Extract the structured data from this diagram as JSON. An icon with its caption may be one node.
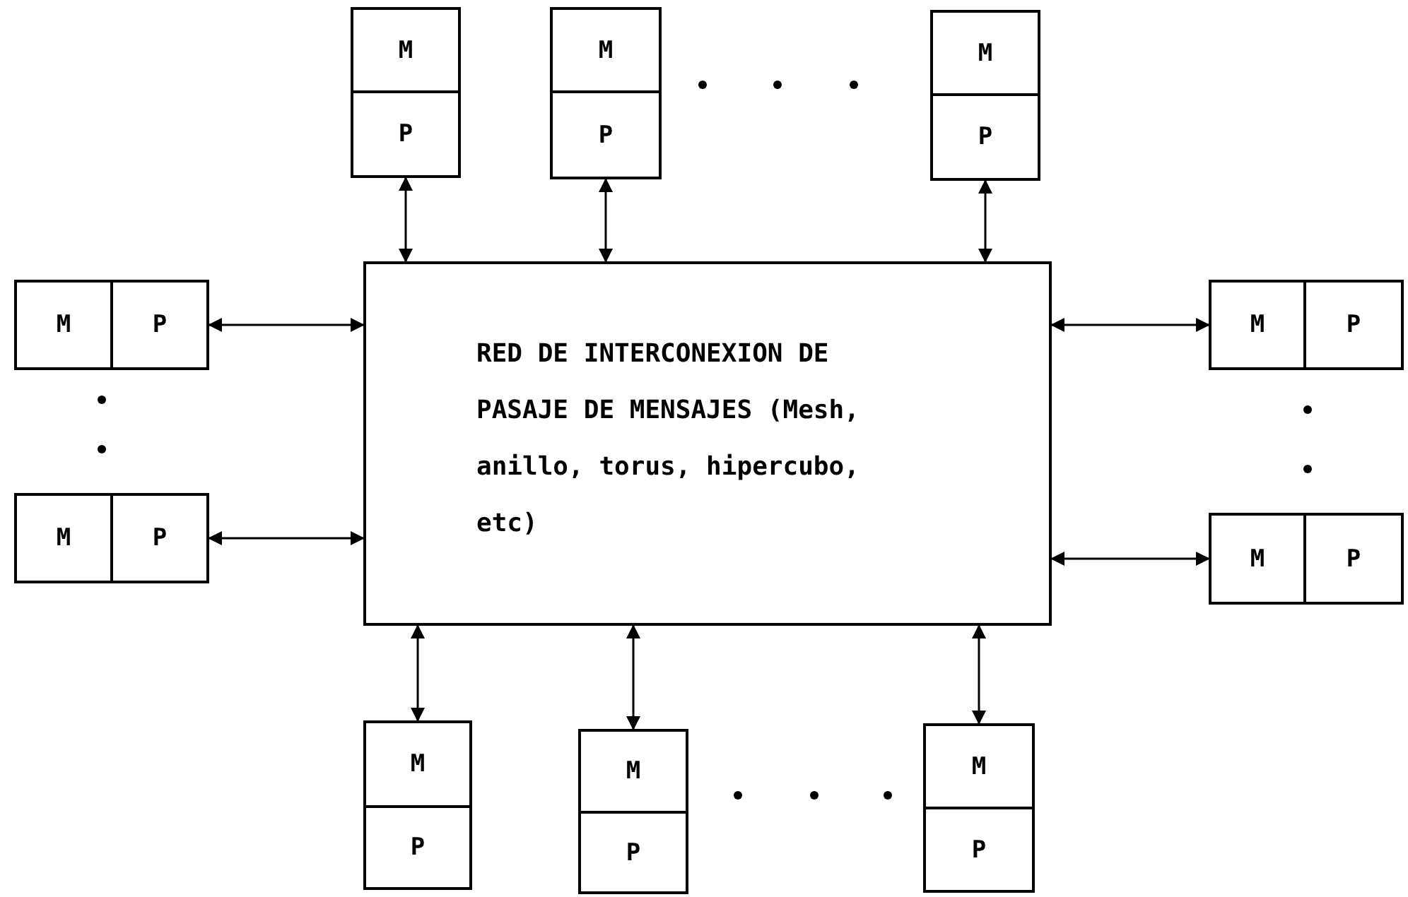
{
  "diagram": {
    "nodes": [
      {
        "text": [
          "M"
        ]
      },
      {
        "text": [
          "P"
        ]
      },
      {
        "text": [
          "M"
        ]
      },
      {
        "text": [
          "P"
        ]
      },
      {
        "text": [
          "M"
        ]
      },
      {
        "text": [
          "P"
        ]
      },
      {
        "text": [
          "M"
        ]
      },
      {
        "text": [
          "P"
        ]
      },
      {
        "text": [
          "RED DE INTERCONEXION DE PASAJE DE MENSAJES (Mesh, anillo, torus, hipercubo, etc)"
        ]
      },
      {
        "text": [
          "M"
        ]
      },
      {
        "text": [
          "P"
        ]
      },
      {
        "text": [
          "M"
        ]
      },
      {
        "text": [
          "P"
        ]
      },
      {
        "text": [
          "M"
        ]
      },
      {
        "text": [
          "P"
        ]
      },
      {
        "text": [
          "M"
        ]
      },
      {
        "text": [
          "P"
        ]
      },
      {
        "text": [
          "M"
        ]
      },
      {
        "text": [
          "P"
        ]
      },
      {
        "text": [
          "M"
        ]
      },
      {
        "text": [
          "P"
        ]
      }
    ],
    "edges": [
      {
        "from": 8,
        "to": 1,
        "arrow": "both"
      },
      {
        "from": 8,
        "to": 3,
        "arrow": "both"
      },
      {
        "from": 8,
        "to": 5,
        "arrow": "both"
      },
      {
        "from": 8,
        "to": 7,
        "arrow": "both"
      },
      {
        "from": 8,
        "to": 9,
        "arrow": "both"
      },
      {
        "from": 8,
        "to": 12,
        "arrow": "both"
      },
      {
        "from": 8,
        "to": 13,
        "arrow": "both"
      },
      {
        "from": 8,
        "to": 15,
        "arrow": "both"
      },
      {
        "from": 8,
        "to": 17,
        "arrow": "both"
      },
      {
        "from": 8,
        "to": 19,
        "arrow": "both"
      }
    ]
  }
}
